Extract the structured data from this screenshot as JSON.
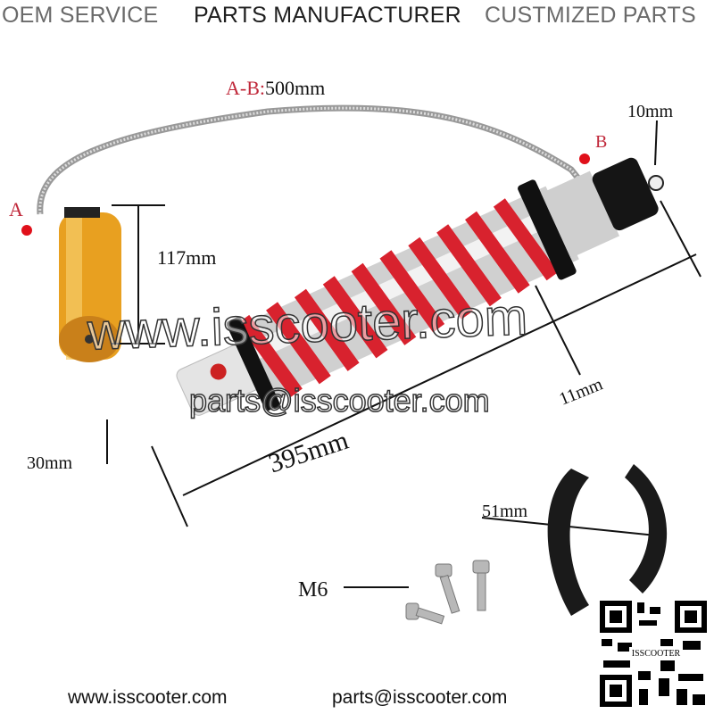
{
  "header": {
    "oem_service": "OEM SERVICE",
    "parts_manufacturer": "PARTS MANUFACTURER",
    "customized_parts": "CUSTMIZED PARTS"
  },
  "dimensions": {
    "ab_prefix": "A-B:",
    "ab_length": "500mm",
    "point_a": "A",
    "point_b": "B",
    "eye_top": "10mm",
    "reservoir": "117mm",
    "spring_wire": "11mm",
    "eye_bottom": "30mm",
    "overall_length": "395mm",
    "wrench": "51mm",
    "bolt": "M6"
  },
  "watermarks": {
    "website": "www.isscooter.com",
    "email": "parts@isscooter.com"
  },
  "qr_label": "ISSCOOTER",
  "footer": {
    "website": "www.isscooter.com",
    "email": "parts@isscooter.com"
  },
  "colors": {
    "spring": "#d8222e",
    "reservoir": "#e8a020",
    "marker": "#e0101a"
  }
}
